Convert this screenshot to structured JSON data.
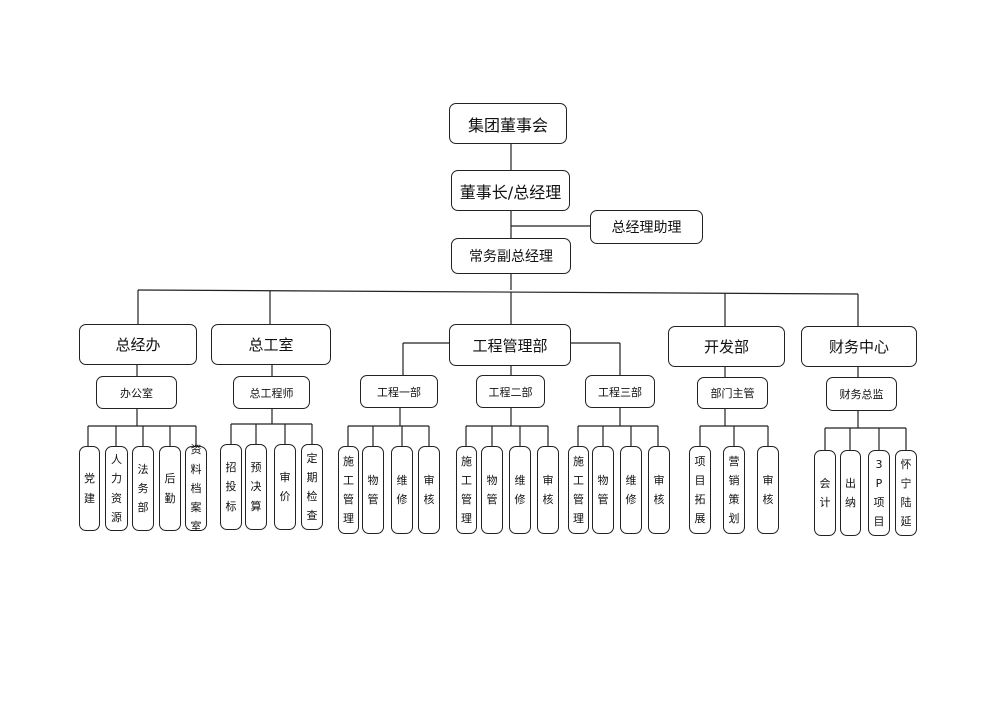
{
  "top": {
    "board": "集团董事会",
    "chairman": "董事长/总经理",
    "assistant": "总经理助理",
    "evp": "常务副总经理"
  },
  "departments": [
    {
      "name": "总经办",
      "sub": "办公室",
      "units": [
        "党建",
        "人力资源",
        "法务部",
        "后勤",
        "资料档案室"
      ]
    },
    {
      "name": "总工室",
      "sub": "总工程师",
      "units": [
        "招投标",
        "预决算",
        "审价",
        "定期检查"
      ]
    },
    {
      "name": "工程管理部",
      "subs": [
        {
          "name": "工程一部",
          "units": [
            "施工管理",
            "物管",
            "维修",
            "审核"
          ]
        },
        {
          "name": "工程二部",
          "units": [
            "施工管理",
            "物管",
            "维修",
            "审核"
          ]
        },
        {
          "name": "工程三部",
          "units": [
            "施工管理",
            "物管",
            "维修",
            "审核"
          ]
        }
      ]
    },
    {
      "name": "开发部",
      "sub": "部门主管",
      "units": [
        "项目拓展",
        "营销策划",
        "审核"
      ]
    },
    {
      "name": "财务中心",
      "sub": "财务总监",
      "units": [
        "会计",
        "出纳",
        "3P项目",
        "怀宁陆延"
      ]
    }
  ]
}
